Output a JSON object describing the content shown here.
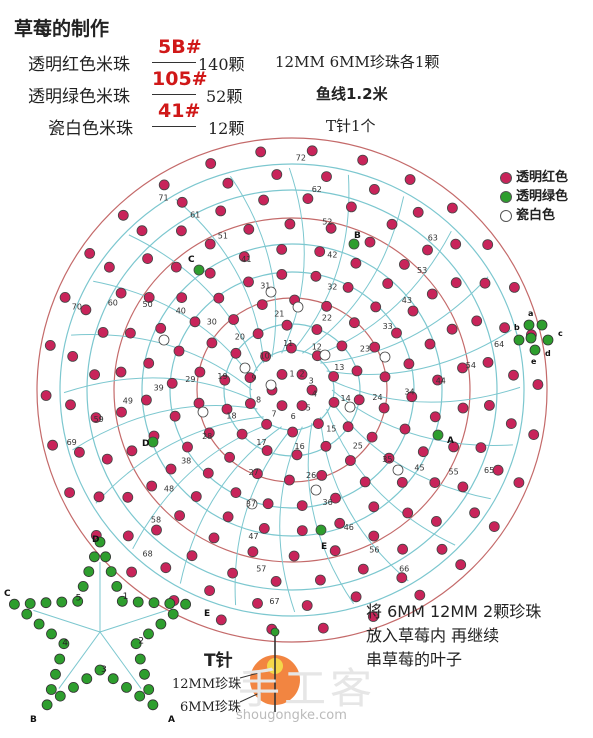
{
  "title": "草莓的制作",
  "materials": [
    {
      "name": "透明红色米珠",
      "code": "5B#",
      "count": "140颗"
    },
    {
      "name": "透明绿色米珠",
      "code": "105#",
      "count": "52颗"
    },
    {
      "name": "瓷白色米珠",
      "code": "41#",
      "count": "12颗"
    }
  ],
  "extras": {
    "pearls": "12MM  6MM珍珠各1颗",
    "line": "鱼线1.2米",
    "pin": "T针1个"
  },
  "legend": [
    {
      "label": "透明红色",
      "color": "#c8245a"
    },
    {
      "label": "透明绿色",
      "color": "#2e9e2e"
    },
    {
      "label": "瓷白色",
      "color": "#ffffff"
    }
  ],
  "colors": {
    "red": "#c8245a",
    "green": "#2e9e2e",
    "white": "#ffffff",
    "thread": "#7cc7cf",
    "thread_red": "#c46a6a",
    "code": "#d01818"
  },
  "numbers": [
    "1",
    "2",
    "3",
    "4",
    "5",
    "6",
    "7",
    "8",
    "9",
    "10",
    "11",
    "12",
    "13",
    "14",
    "15",
    "16",
    "17",
    "18",
    "19",
    "20",
    "21",
    "22",
    "23",
    "24",
    "25",
    "26",
    "27",
    "28",
    "29",
    "30",
    "31",
    "32",
    "33",
    "34",
    "35",
    "36",
    "37",
    "38",
    "39",
    "40",
    "41",
    "42",
    "43",
    "44",
    "45",
    "46",
    "47",
    "48",
    "49",
    "50",
    "51",
    "52",
    "53",
    "54",
    "55",
    "56",
    "57",
    "58",
    "59",
    "60",
    "61",
    "62",
    "63",
    "64",
    "65",
    "66",
    "67",
    "68",
    "69",
    "70",
    "71",
    "72"
  ],
  "letters": {
    "A": "A",
    "B": "B",
    "C": "C",
    "D": "D",
    "E": "E"
  },
  "small_letters": [
    "a",
    "b",
    "c",
    "d",
    "e"
  ],
  "leaf_numbers": [
    "1",
    "2",
    "3",
    "4",
    "5"
  ],
  "note_lines": [
    "将  6MM  12MM  2颗珍珠",
    "放入草莓内  再继续",
    "串草莓的叶子"
  ],
  "pin_label": "T针",
  "pearl_labels": [
    "12MM珍珠",
    "6MM珍珠"
  ],
  "watermark": "手工客",
  "watermark_url": "shougongke.com"
}
